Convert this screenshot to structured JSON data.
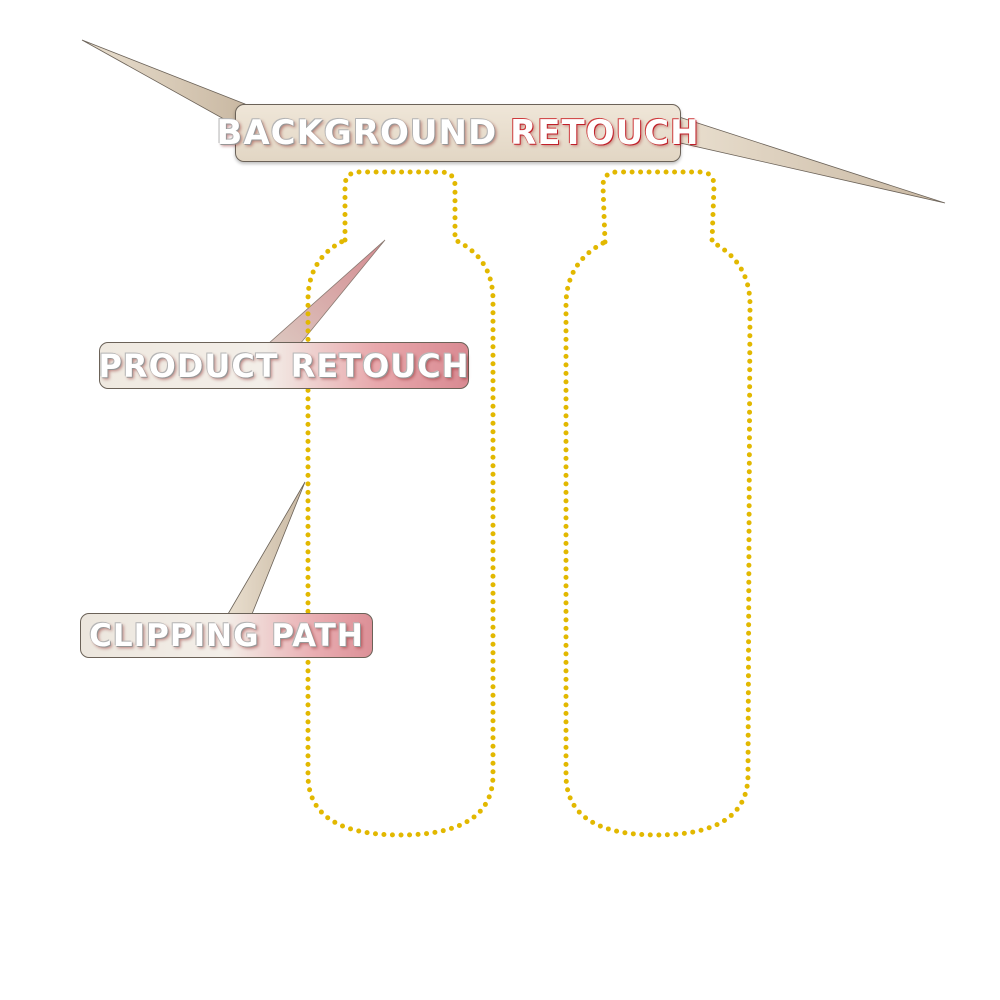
{
  "labels": {
    "background_retouch": {
      "word1": "BACKGROUND",
      "word2": "RETOUCH"
    },
    "product_retouch": {
      "word1": "PRODUCT",
      "word2": "RETOUCH"
    },
    "clipping_path": {
      "word1": "CLIPPING",
      "word2": "PATH"
    }
  },
  "colors": {
    "path_dots": "#e2b800",
    "callout": "#e6dccb",
    "accent": "#c0202a"
  }
}
